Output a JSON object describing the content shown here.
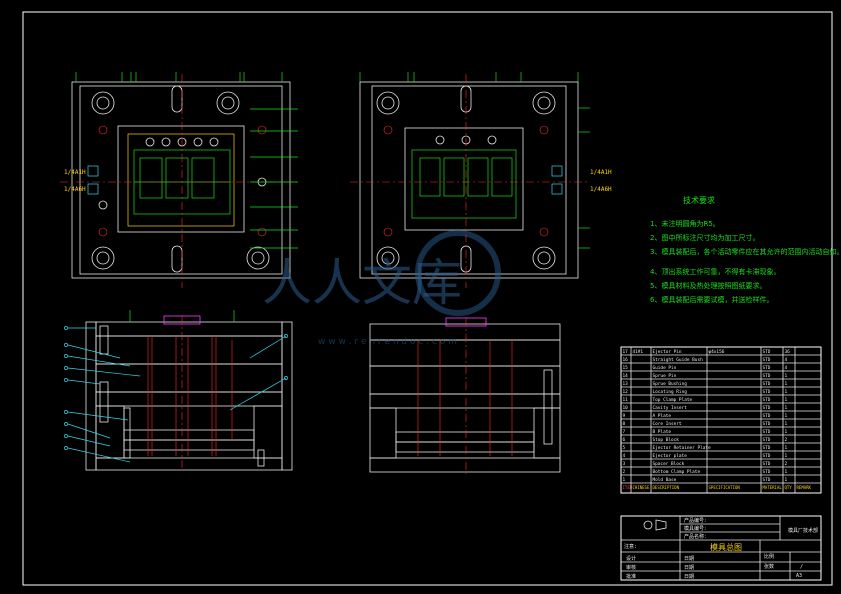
{
  "section_labels": {
    "left_a": "1/4A1H",
    "left_b": "1/4A6H",
    "right_a": "1/4A1H",
    "right_b": "1/4A6H"
  },
  "magenta_label_top": "",
  "tech_requirements": {
    "title": "技术要求",
    "items": [
      "1、未注明圆角为R5。",
      "2、图中所标注尺寸均为加工尺寸。",
      "3、模具装配后，各个活动零件应在其允许的范围内活动自如。",
      "4、顶出系统工作可靠，不得有卡滞现象。",
      "5、模具材料及热处理按照图纸要求。",
      "6、模具装配后需要试模，并送检样件。"
    ]
  },
  "watermark": {
    "text": "人人文库",
    "url": "w w w . r e n r e n d o c . c o m"
  },
  "bom": {
    "rows": [
      [
        "17",
        "41#1",
        "Ejector Pin",
        "φ4x156",
        "STD",
        "36"
      ],
      [
        "16",
        "",
        "Straight Guide Bush",
        "",
        "STD",
        "4"
      ],
      [
        "15",
        "",
        "Guide Pin",
        "",
        "STD",
        "4"
      ],
      [
        "14",
        "",
        "Sprue Pin",
        "",
        "STD",
        "1"
      ],
      [
        "13",
        "",
        "Sprue Bushing",
        "",
        "STD",
        "1"
      ],
      [
        "12",
        "",
        "Locating Ring",
        "",
        "STD",
        "1"
      ],
      [
        "11",
        "",
        "Top Clamp Plate",
        "",
        "STD",
        "1"
      ],
      [
        "10",
        "",
        "Cavity Insert",
        "",
        "STD",
        "1"
      ],
      [
        "9",
        "",
        "A Plate",
        "",
        "STD",
        "1"
      ],
      [
        "8",
        "",
        "Core Insert",
        "",
        "STD",
        "1"
      ],
      [
        "7",
        "",
        "B Plate",
        "",
        "STD",
        "1"
      ],
      [
        "6",
        "",
        "Stop Block",
        "",
        "STD",
        "2"
      ],
      [
        "5",
        "",
        "Ejector Retainer Plate",
        "",
        "STD",
        "1"
      ],
      [
        "4",
        "",
        "Ejector plate",
        "",
        "STD",
        "1"
      ],
      [
        "3",
        "",
        "Spacer Block",
        "",
        "STD",
        "2"
      ],
      [
        "2",
        "",
        "Bottom Clamp Plate",
        "",
        "STD",
        "1"
      ],
      [
        "1",
        "",
        "Mold Base",
        "",
        "STD",
        "1"
      ]
    ],
    "headers": [
      "ITEM",
      "CHINESE",
      "DESCRIPTION",
      "SPECIFICATION",
      "MATERIAL",
      "QTY",
      "REMARK"
    ]
  },
  "title_block": {
    "product_no_label": "产品编号：",
    "mold_no_label": "模具编号：",
    "mold_no_value": "",
    "product_name_label": "产品名称：",
    "drawing_name": "模具总图",
    "company": "模具厂技术部",
    "scale_label": "比例",
    "scale_value": "",
    "sheet_label": "张数",
    "sheet_value": "/",
    "format_value": "A3",
    "left_rows": [
      "设计",
      "审核",
      "批准"
    ],
    "mid_rows": [
      "日期",
      "日期",
      "日期"
    ],
    "tolerance_a": "",
    "tolerance_b": "",
    "approve_label": "注意:"
  }
}
